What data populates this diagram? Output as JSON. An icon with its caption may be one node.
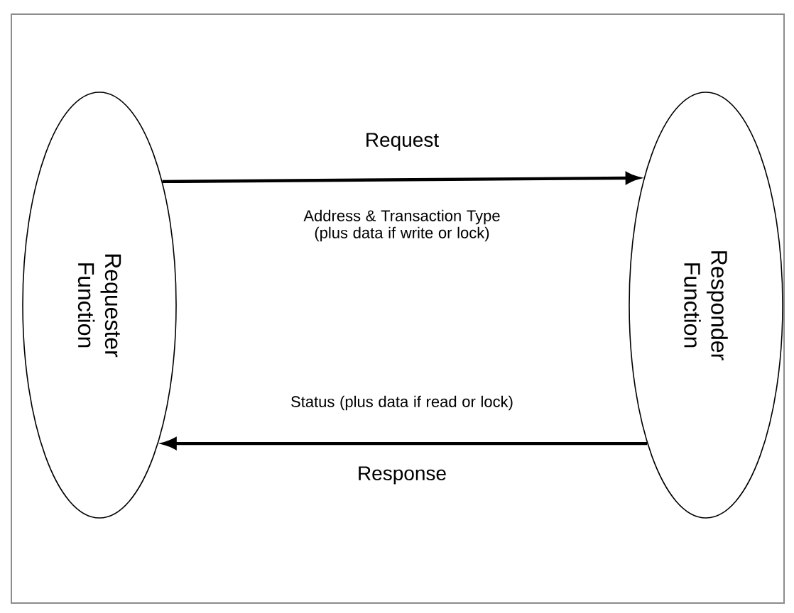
{
  "diagram": {
    "nodes": [
      {
        "text": [
          "Requester Function"
        ]
      },
      {
        "text": [
          "Responder Function"
        ]
      }
    ],
    "edges": [
      {
        "from": 0,
        "to": 1,
        "arrow": "to",
        "label": "Request"
      },
      {
        "from": 1,
        "to": 0,
        "arrow": "to",
        "label": "Response"
      }
    ],
    "labels": [
      "Address & Transaction Type (plus data if write or lock)",
      "Status (plus data if read or lock)"
    ]
  }
}
